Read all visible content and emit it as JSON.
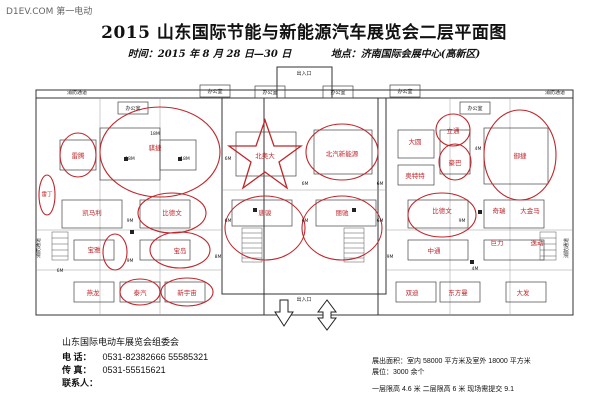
{
  "watermark": "D1EV.COM 第一电动",
  "title": "2015 山东国际节能与新能源汽车展览会二层平面图",
  "subtitle": {
    "time": "时间：2015 年 8 月 28 日—30 日",
    "venue": "地点：济南国际会展中心(高新区)"
  },
  "rooms": {
    "office1": "办公室",
    "office2": "办公室",
    "office3": "办公室",
    "office4": "办公室",
    "office5": "办公室",
    "office6": "办公室",
    "exit1": "消防通道",
    "exit2": "消防通道",
    "exit3": "消防通道",
    "exit4": "消防通道",
    "entrance_top": "出入口",
    "entrance_bottom": "出入口"
  },
  "booths": {
    "leiteng": "雷腾",
    "qichuang": "骐捷",
    "star": "北奥大",
    "beiqi": "北汽新能源",
    "lixin": "立通",
    "da_yu": "大圆",
    "haoba": "豪巴",
    "aoteer": "奥特特",
    "yuanyin": "御捷",
    "right_small": "",
    "left_small": "雷丁",
    "kaima": "凯马利",
    "bide": "比德文",
    "tangjun": "唐骏",
    "lifan": "丽驰",
    "bide2": "比德文",
    "heyou": "奇瑞",
    "dajinma": "大金马",
    "baoya": "宝雅",
    "zhongtong": "中通",
    "jubao": "巨力",
    "yishou": "逸动",
    "baoling": "宝岛",
    "yanlong": "燕龙",
    "taili": "泰汽",
    "xinyuzhou": "新宇宙",
    "shuangdi": "双迪",
    "dongfangmei": "东方曼",
    "dafa": "大发"
  },
  "sizes": {
    "s1": "18M",
    "s2": "18M",
    "s3": "18M",
    "s4": "6M",
    "s5": "6M",
    "s6": "6M",
    "s7": "4M",
    "s8": "9M",
    "s9": "6M",
    "s10": "6M",
    "s11": "6M",
    "s12": "9M",
    "s13": "4M",
    "s14": "6M",
    "s15": "8M",
    "s16": "9M",
    "s17": "9M"
  },
  "footer": {
    "org": "山东国际电动车展览会组委会",
    "phone_label": "电    话：",
    "phone": "0531-82382666    55585321",
    "fax_label": "传    真：",
    "fax": "0531-55515621",
    "contact_label": "联系人：",
    "contact": "",
    "area": "展出面积：室内 58000 平方米及室外 18000 平方米",
    "count": "展位：3000 余个",
    "height": "一层限高 4.6 米  二层限高 6 米  现场需提交 9.1"
  },
  "colors": {
    "ink": "#222222",
    "booth_circle": "#c0262b",
    "star": "#c0262b",
    "grid": "#555555"
  }
}
